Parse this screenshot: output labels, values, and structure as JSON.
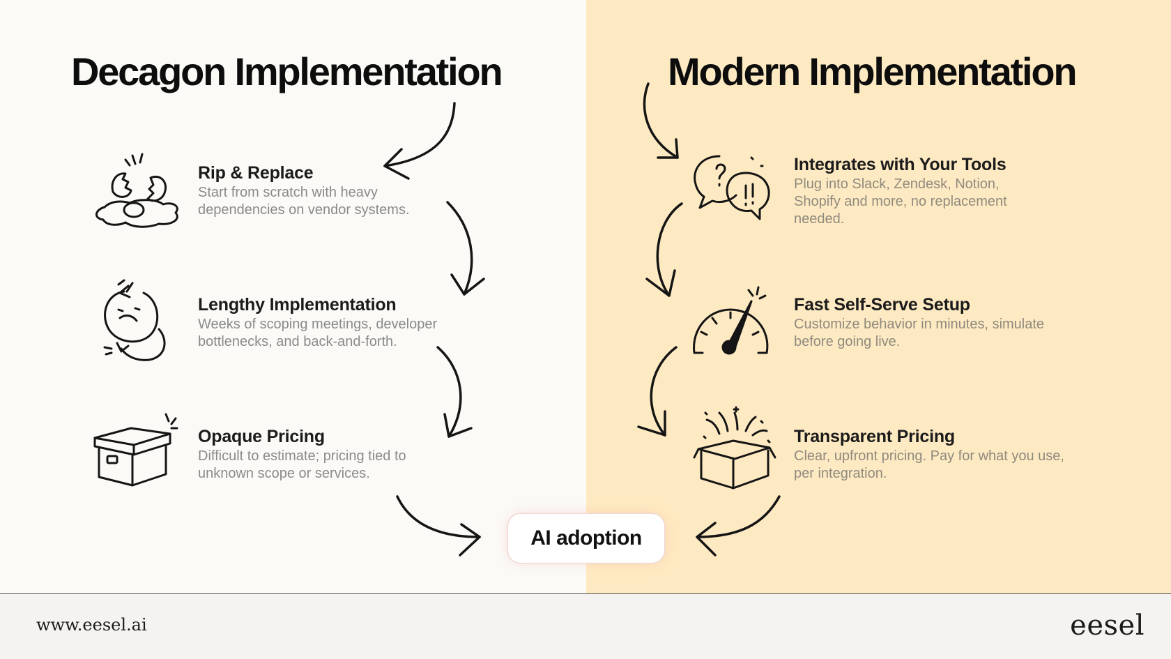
{
  "left": {
    "heading": "Decagon Implementation",
    "items": [
      {
        "title": "Rip & Replace",
        "description": "Start from scratch with heavy dependencies on vendor systems.",
        "icon": "broken-egg-icon"
      },
      {
        "title": "Lengthy Implementation",
        "description": "Weeks of scoping meetings, developer bottlenecks, and back-and-forth.",
        "icon": "frustrated-cycle-icon"
      },
      {
        "title": "Opaque Pricing",
        "description": "Difficult to estimate; pricing tied to unknown scope or services.",
        "icon": "closed-box-icon"
      }
    ]
  },
  "right": {
    "heading": "Modern Implementation",
    "items": [
      {
        "title": "Integrates with Your Tools",
        "description": "Plug into Slack, Zendesk, Notion, Shopify and more, no replacement needed.",
        "icon": "speech-bubbles-icon"
      },
      {
        "title": "Fast Self-Serve Setup",
        "description": "Customize behavior in minutes, simulate before going live.",
        "icon": "speedometer-icon"
      },
      {
        "title": "Transparent Pricing",
        "description": "Clear, upfront pricing. Pay for what you use, per integration.",
        "icon": "open-box-icon"
      }
    ]
  },
  "center": {
    "label": "AI adoption"
  },
  "footer": {
    "url": "www.eesel.ai",
    "logo": "eesel"
  },
  "colors": {
    "left_bg": "#fbfaf7",
    "right_bg": "#feeac2",
    "text": "#0d0d0d",
    "muted": "#8a8a8a"
  }
}
